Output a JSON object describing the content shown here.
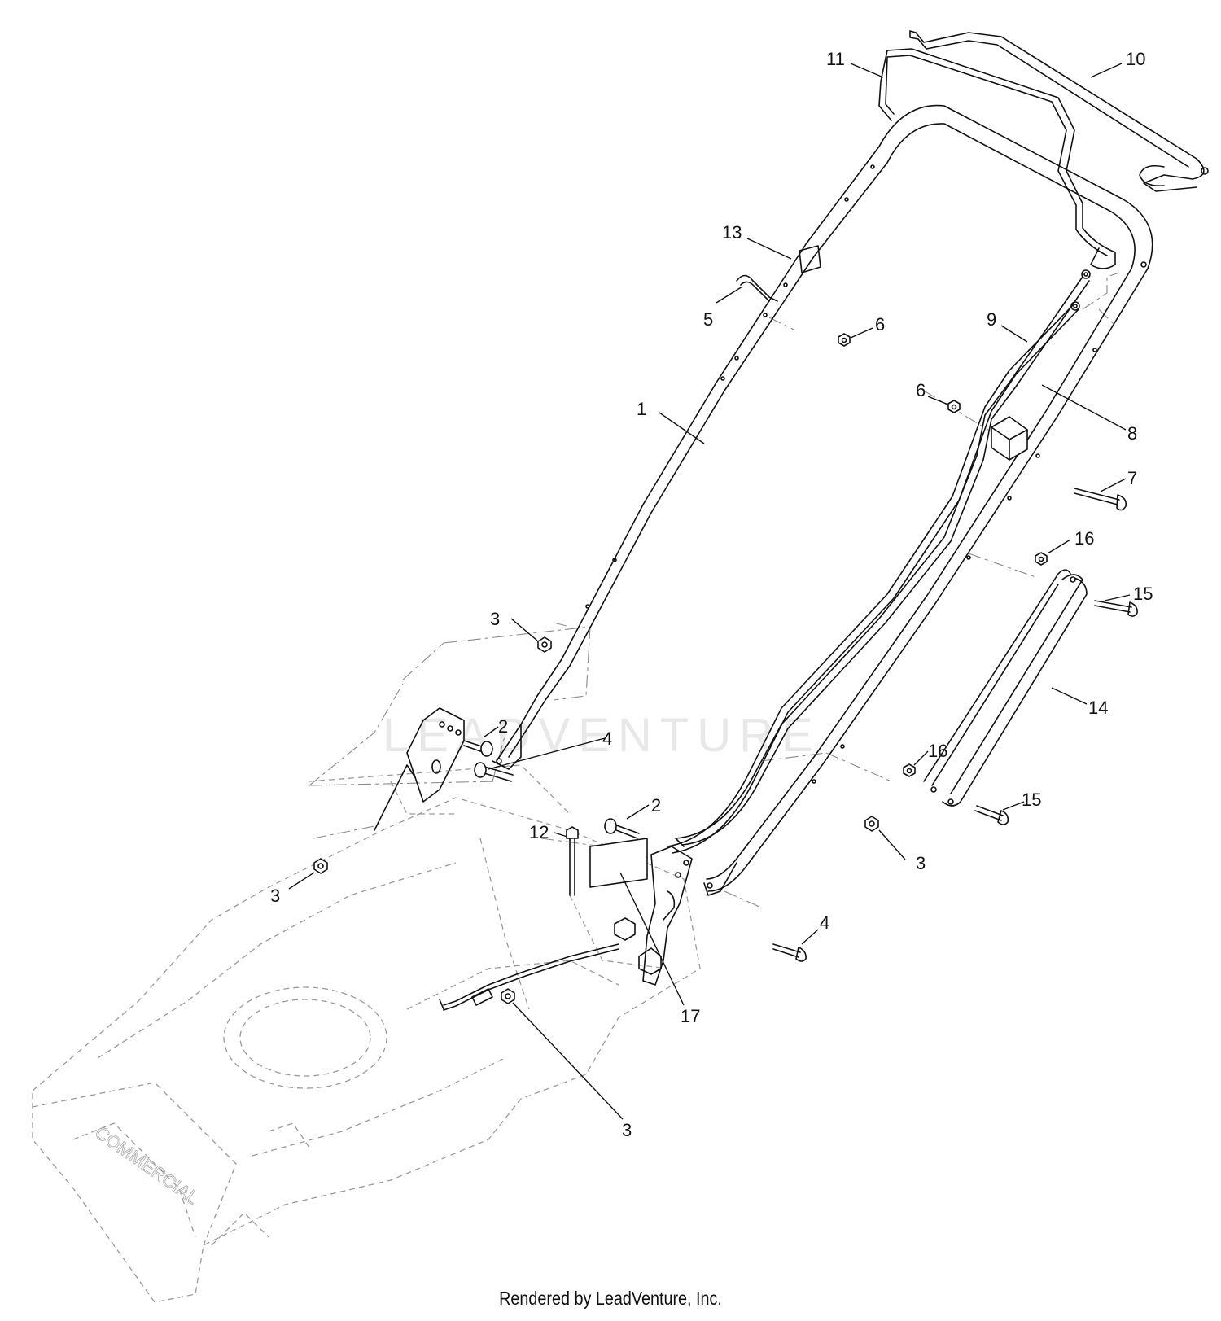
{
  "diagram": {
    "callouts": {
      "c1": "1",
      "c2a": "2",
      "c2b": "2",
      "c3a": "3",
      "c3b": "3",
      "c3c": "3",
      "c3d": "3",
      "c4a": "4",
      "c4b": "4",
      "c5": "5",
      "c6a": "6",
      "c6b": "6",
      "c7": "7",
      "c8": "8",
      "c9": "9",
      "c10": "10",
      "c11": "11",
      "c12": "12",
      "c13": "13",
      "c14": "14",
      "c15a": "15",
      "c15b": "15",
      "c16a": "16",
      "c16b": "16",
      "c17": "17"
    },
    "watermark": "LEADVENTURE",
    "footer": "Rendered by LeadVenture, Inc."
  }
}
